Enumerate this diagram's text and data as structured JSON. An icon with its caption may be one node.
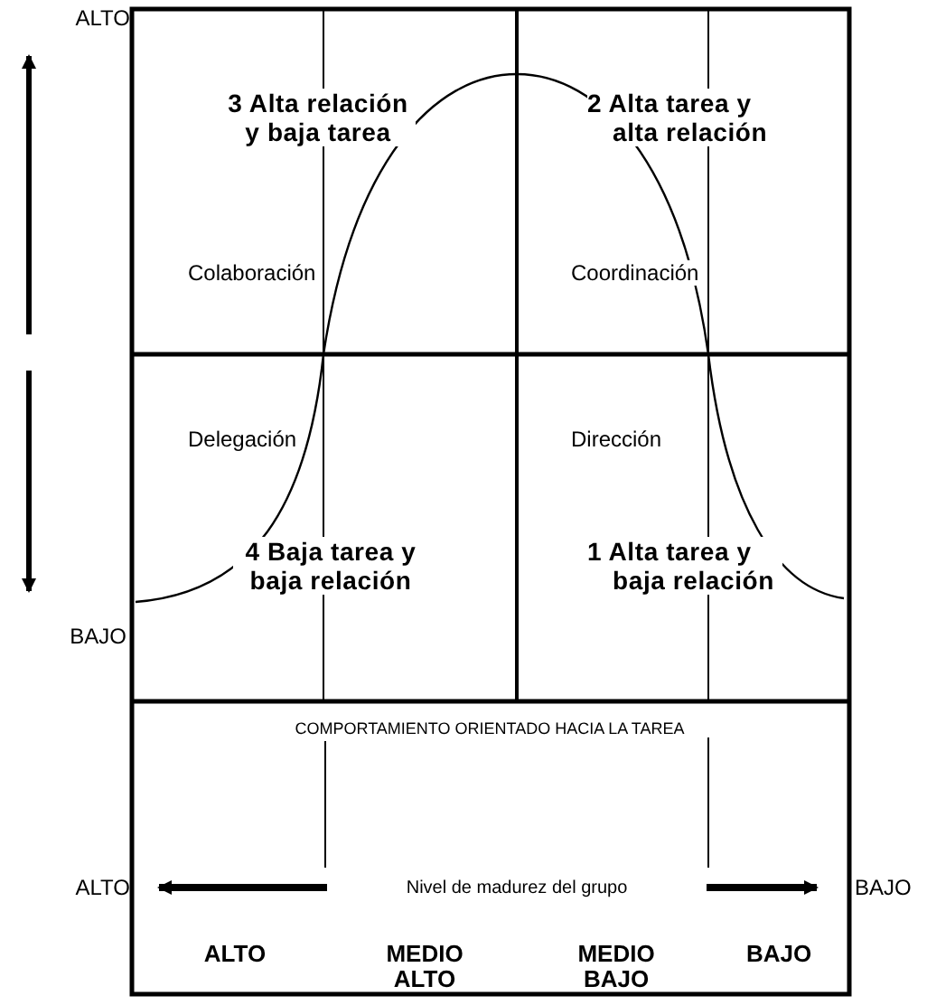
{
  "diagram": {
    "nodes": [
      {
        "text": [
          "3 Alta relación y baja tarea",
          "Colaboración"
        ]
      },
      {
        "text": [
          "2 Alta tarea y alta relación",
          "Coordinación"
        ]
      },
      {
        "text": [
          "Delegación",
          "4 Baja tarea y baja relación"
        ]
      },
      {
        "text": [
          "Dirección",
          "1 Alta tarea y baja relación"
        ]
      }
    ],
    "labels": [
      "ALTO",
      "BAJO",
      "COMPORTAMIENTO ORIENTADO HACIA LA TAREA",
      "ALTO",
      "Nivel de madurez del grupo",
      "BAJO",
      "ALTO",
      "MEDIO ALTO",
      "MEDIO BAJO",
      "BAJO"
    ]
  }
}
